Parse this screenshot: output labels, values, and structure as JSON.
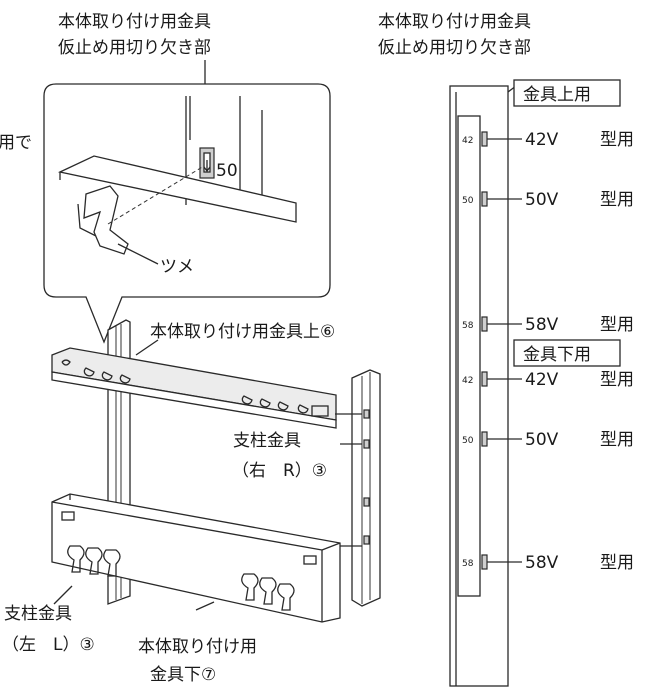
{
  "left": {
    "top_label_line1": "本体取り付け用金具",
    "top_label_line2": "仮止め用切り欠き部",
    "cut_text_left": "用で",
    "inset_number": "50",
    "tsume_label": "ツメ",
    "upper_bracket_label": "本体取り付け用金具上⑥",
    "pillar_right_line1": "支柱金具",
    "pillar_right_line2": "（右　R）③",
    "pillar_left_line1": "支柱金具",
    "pillar_left_line2": "（左　L）③",
    "lower_bracket_line1": "本体取り付け用",
    "lower_bracket_line2": "金具下⑦"
  },
  "right": {
    "top_label_line1": "本体取り付け用金具",
    "top_label_line2": "仮止め用切り欠き部",
    "upper_box_label": "金具上用",
    "lower_box_label": "金具下用",
    "marks": [
      {
        "tick": "42",
        "size": "42V",
        "suffix": "型用"
      },
      {
        "tick": "50",
        "size": "50V",
        "suffix": "型用"
      },
      {
        "tick": "58",
        "size": "58V",
        "suffix": "型用"
      },
      {
        "tick": "42",
        "size": "42V",
        "suffix": "型用"
      },
      {
        "tick": "50",
        "size": "50V",
        "suffix": "型用"
      },
      {
        "tick": "58",
        "size": "58V",
        "suffix": "型用"
      }
    ]
  }
}
